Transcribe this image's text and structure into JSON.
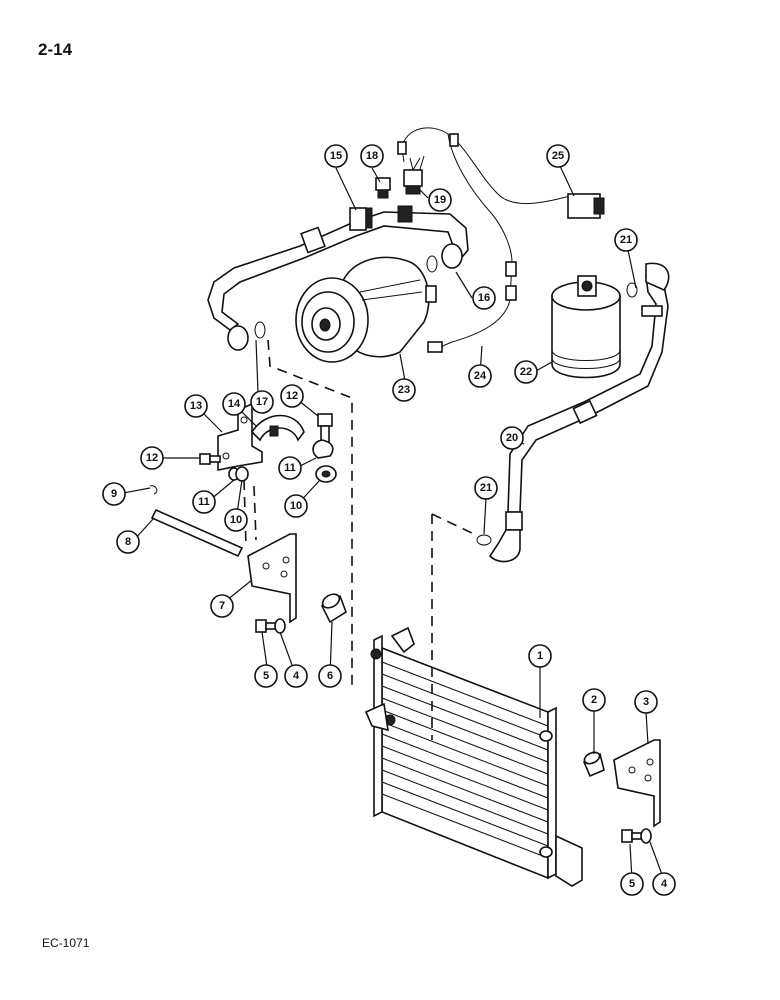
{
  "page_number": "2-14",
  "reference_code": "EC-1071",
  "callouts": [
    "1",
    "2",
    "3",
    "4",
    "4",
    "5",
    "5",
    "6",
    "7",
    "8",
    "9",
    "10",
    "10",
    "11",
    "11",
    "12",
    "12",
    "13",
    "14",
    "15",
    "16",
    "17",
    "18",
    "19",
    "20",
    "21",
    "21",
    "22",
    "23",
    "24",
    "25"
  ]
}
